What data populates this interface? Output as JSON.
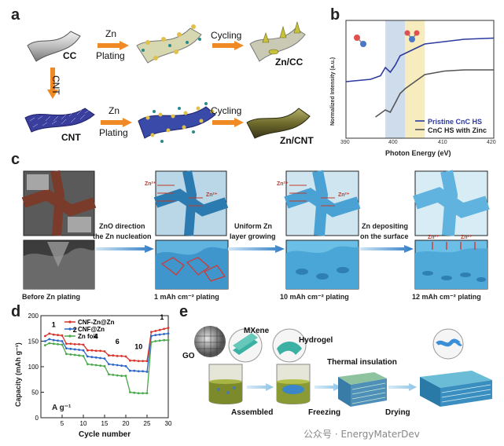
{
  "panels": {
    "a": {
      "letter": "a",
      "steps_top": [
        "Zn",
        "Plating",
        "Cycling"
      ],
      "steps_bottom": [
        "Zn",
        "Plating",
        "Cycling"
      ],
      "left_arrow_label": "CNT",
      "labels": {
        "cc": "CC",
        "zn_cc": "Zn/CC",
        "cnt": "CNT",
        "zn_cnt": "Zn/CNT"
      }
    },
    "b": {
      "letter": "b",
      "ylabel": "Normalized Intensity (a.u.)",
      "xlabel": "Photon Energy (eV)",
      "legend": [
        "Pristine CnC HS",
        "CnC HS with Zinc"
      ],
      "ticks": [
        "390",
        "400",
        "410",
        "420"
      ]
    },
    "c": {
      "letter": "c",
      "steps": [
        "ZnO direction",
        "the Zn nucleation",
        "Uniform Zn",
        "layer growing",
        "Zn depositing",
        "on the surface"
      ],
      "captions": [
        "Before Zn plating",
        "1 mAh cm⁻² plating",
        "10 mAh cm⁻² plating",
        "12 mAh cm⁻² plating"
      ],
      "ion": "Zn²⁺"
    },
    "d": {
      "letter": "d",
      "ylabel": "Capacity (mAh g⁻¹)",
      "xlabel": "Cycle number",
      "unit_label": "A g⁻¹",
      "legend": [
        "CNF-Zn@Zn",
        "CNF@Zn",
        "Zn foil"
      ],
      "rate_labels": [
        "1",
        "2",
        "4",
        "6",
        "10",
        "1"
      ],
      "xticks": [
        "5",
        "10",
        "15",
        "20",
        "25",
        "30"
      ],
      "yticks": [
        "0",
        "50",
        "100",
        "150",
        "200"
      ]
    },
    "e": {
      "letter": "e",
      "labels": {
        "mxene": "MXene",
        "hydrogel": "Hydrogel",
        "go": "GO",
        "thermal": "Thermal insulation",
        "assembled": "Assembled",
        "freezing": "Freezing",
        "drying": "Drying"
      }
    }
  },
  "watermark": "公众号 · EnergyMaterDev",
  "colors": {
    "orange": "#f08a24",
    "blue_arrow": "#3a8fd6",
    "red": "#d9342b",
    "blue": "#2c66c9",
    "green": "#49a84a"
  },
  "chart_data": [
    {
      "type": "line",
      "title": "",
      "xlabel": "Photon Energy (eV)",
      "ylabel": "Normalized Intensity (a.u.)",
      "xlim": [
        390,
        420
      ],
      "series": [
        {
          "name": "Pristine CnC HS",
          "x": [
            390,
            395,
            397,
            398,
            399,
            400,
            401,
            402,
            404,
            406,
            410,
            414,
            420
          ],
          "y": [
            0.48,
            0.5,
            0.53,
            0.6,
            0.56,
            0.62,
            0.7,
            0.72,
            0.76,
            0.8,
            0.82,
            0.84,
            0.85
          ]
        },
        {
          "name": "CnC HS with Zinc",
          "x": [
            396,
            398,
            399,
            400,
            401,
            402,
            404,
            406,
            410,
            414,
            420
          ],
          "y": [
            0.18,
            0.24,
            0.22,
            0.3,
            0.38,
            0.42,
            0.48,
            0.54,
            0.57,
            0.58,
            0.58
          ]
        }
      ]
    },
    {
      "type": "line",
      "title": "",
      "xlabel": "Cycle number",
      "ylabel": "Capacity (mAh g⁻¹)",
      "xlim": [
        0,
        30
      ],
      "ylim": [
        0,
        200
      ],
      "series": [
        {
          "name": "CNF-Zn@Zn",
          "x": [
            1,
            2,
            3,
            4,
            5,
            6,
            7,
            8,
            9,
            10,
            11,
            12,
            13,
            14,
            15,
            16,
            17,
            18,
            19,
            20,
            21,
            22,
            23,
            24,
            25,
            26,
            27,
            28,
            29,
            30
          ],
          "y": [
            160,
            165,
            163,
            162,
            161,
            145,
            145,
            144,
            144,
            143,
            132,
            132,
            131,
            131,
            130,
            122,
            122,
            121,
            121,
            120,
            112,
            112,
            111,
            111,
            111,
            168,
            170,
            172,
            174,
            176
          ]
        },
        {
          "name": "CNF@Zn",
          "x": [
            1,
            2,
            3,
            4,
            5,
            6,
            7,
            8,
            9,
            10,
            11,
            12,
            13,
            14,
            15,
            16,
            17,
            18,
            19,
            20,
            21,
            22,
            23,
            24,
            25,
            26,
            27,
            28,
            29,
            30
          ],
          "y": [
            150,
            154,
            152,
            151,
            150,
            136,
            135,
            134,
            133,
            132,
            120,
            119,
            118,
            117,
            116,
            105,
            104,
            103,
            102,
            101,
            92,
            92,
            91,
            91,
            90,
            160,
            162,
            163,
            164,
            165
          ]
        },
        {
          "name": "Zn foil",
          "x": [
            1,
            2,
            3,
            4,
            5,
            6,
            7,
            8,
            9,
            10,
            11,
            12,
            13,
            14,
            15,
            16,
            17,
            18,
            19,
            20,
            21,
            22,
            23,
            24,
            25,
            26,
            27,
            28,
            29,
            30
          ],
          "y": [
            142,
            146,
            145,
            144,
            143,
            125,
            124,
            123,
            122,
            121,
            105,
            104,
            103,
            102,
            101,
            85,
            84,
            83,
            82,
            82,
            50,
            49,
            48,
            48,
            48,
            148,
            150,
            151,
            152,
            152
          ]
        }
      ]
    }
  ]
}
